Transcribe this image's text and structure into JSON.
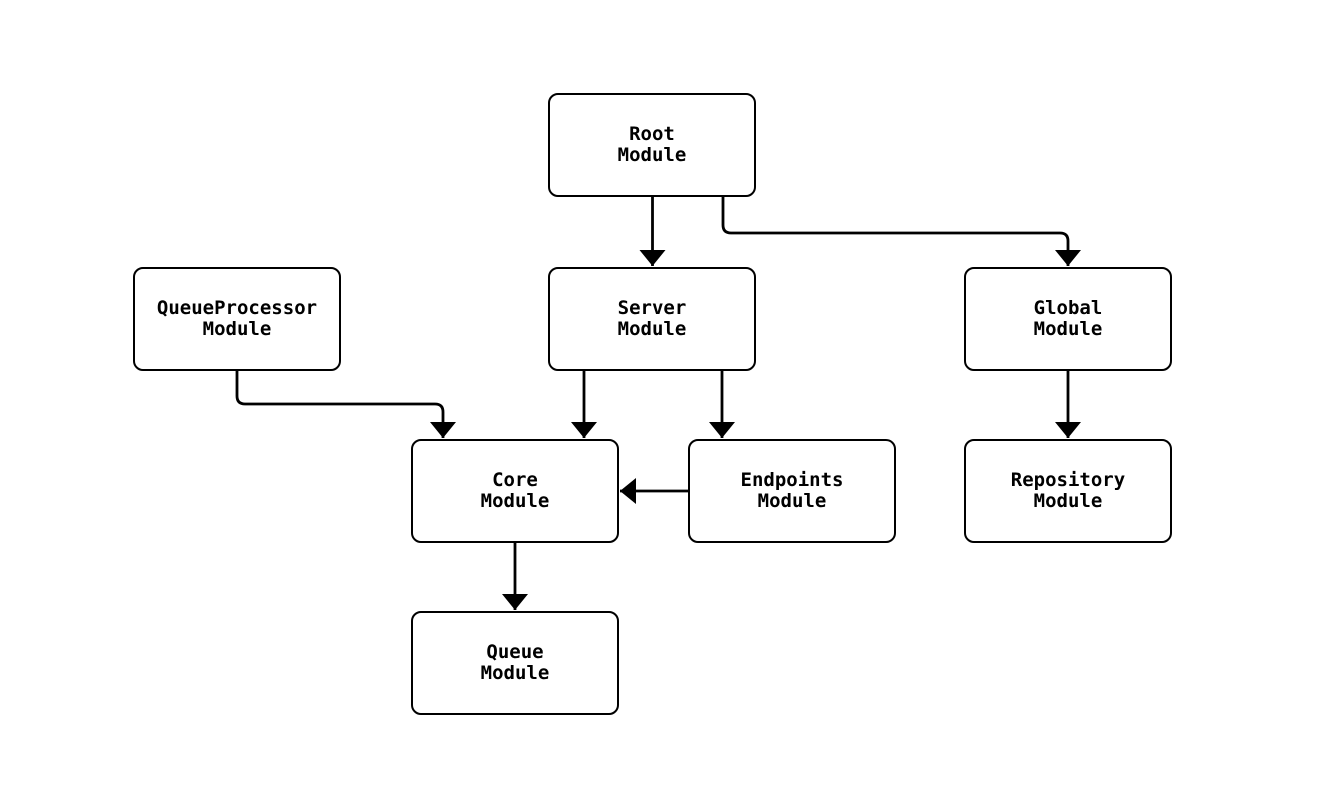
{
  "diagram": {
    "type": "flowchart",
    "direction": "top-down",
    "background_color": "#ffffff",
    "node_style": {
      "fill": "#ffffff",
      "border_color": "#000000",
      "text_color": "#000000",
      "corner_style": "rounded"
    },
    "edge_color": "#000000",
    "arrowhead": "solid-triangle",
    "nodes": [
      {
        "id": "root",
        "label": "Root\nModule"
      },
      {
        "id": "server",
        "label": "Server\nModule"
      },
      {
        "id": "queue-processor",
        "label": "QueueProcessor\nModule"
      },
      {
        "id": "global",
        "label": "Global\nModule"
      },
      {
        "id": "core",
        "label": "Core\nModule"
      },
      {
        "id": "endpoints",
        "label": "Endpoints\nModule"
      },
      {
        "id": "repository",
        "label": "Repository\nModule"
      },
      {
        "id": "queue",
        "label": "Queue\nModule"
      }
    ],
    "edges": [
      {
        "from": "root",
        "to": "server"
      },
      {
        "from": "root",
        "to": "global"
      },
      {
        "from": "queue-processor",
        "to": "core"
      },
      {
        "from": "server",
        "to": "core"
      },
      {
        "from": "server",
        "to": "endpoints"
      },
      {
        "from": "endpoints",
        "to": "core"
      },
      {
        "from": "global",
        "to": "repository"
      },
      {
        "from": "core",
        "to": "queue"
      }
    ]
  }
}
